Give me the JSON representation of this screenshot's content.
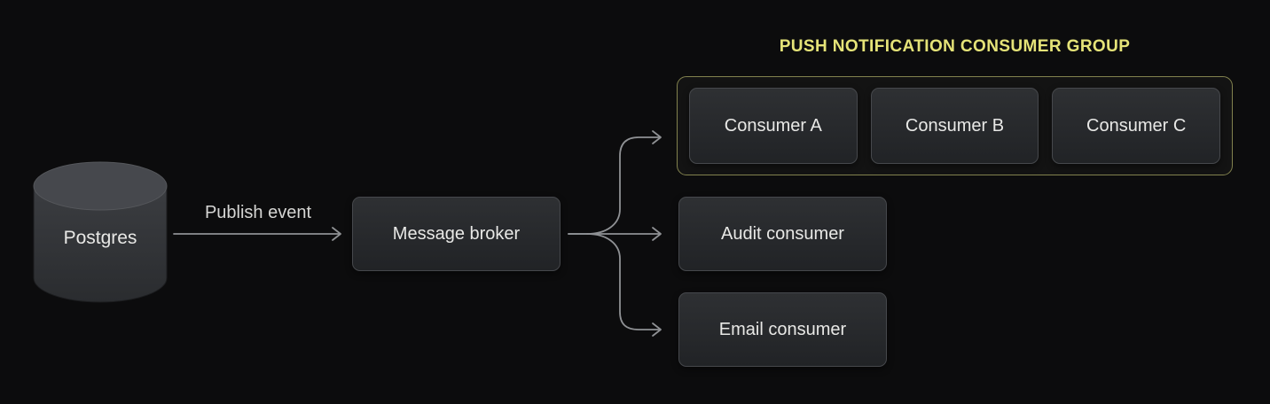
{
  "canvas": {
    "background": "#0c0c0d"
  },
  "colors": {
    "node_background": "#2e3033",
    "node_border": "#46484c",
    "node_text": "#e8e8e6",
    "arrow": "#8f9194",
    "group_border": "#82824e",
    "group_title": "#e5e378",
    "edge_label": "#d6d6d4"
  },
  "nodes": {
    "database": {
      "label": "Postgres",
      "shape": "cylinder"
    },
    "broker": {
      "label": "Message broker"
    },
    "consumer_group": {
      "title": "PUSH NOTIFICATION CONSUMER GROUP",
      "consumers": [
        {
          "label": "Consumer A"
        },
        {
          "label": "Consumer B"
        },
        {
          "label": "Consumer C"
        }
      ]
    },
    "audit": {
      "label": "Audit consumer"
    },
    "email": {
      "label": "Email consumer"
    }
  },
  "edges": [
    {
      "from": "Postgres",
      "to": "Message broker",
      "label": "Publish event"
    },
    {
      "from": "Message broker",
      "to": "Push notification consumer group",
      "label": ""
    },
    {
      "from": "Message broker",
      "to": "Audit consumer",
      "label": ""
    },
    {
      "from": "Message broker",
      "to": "Email consumer",
      "label": ""
    }
  ]
}
